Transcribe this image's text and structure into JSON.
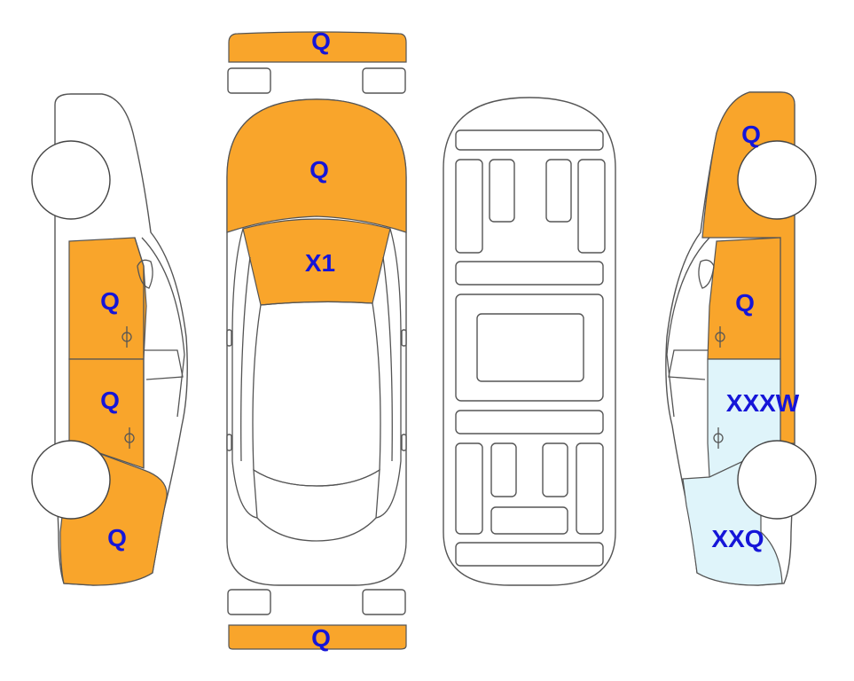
{
  "colors": {
    "marked": "#F9A52B",
    "light": "#DFF4FA",
    "label": "#1515D8",
    "outline": "#555555"
  },
  "labels": {
    "front_bumper": "Q",
    "hood": "Q",
    "windshield": "X1",
    "rear_bumper": "Q",
    "left_front_door": "Q",
    "left_rear_door": "Q",
    "left_rear_quarter": "Q",
    "right_front_fender": "Q",
    "right_front_door": "Q",
    "right_rear_door": "XXXW",
    "right_rear_quarter": "XXQ"
  }
}
